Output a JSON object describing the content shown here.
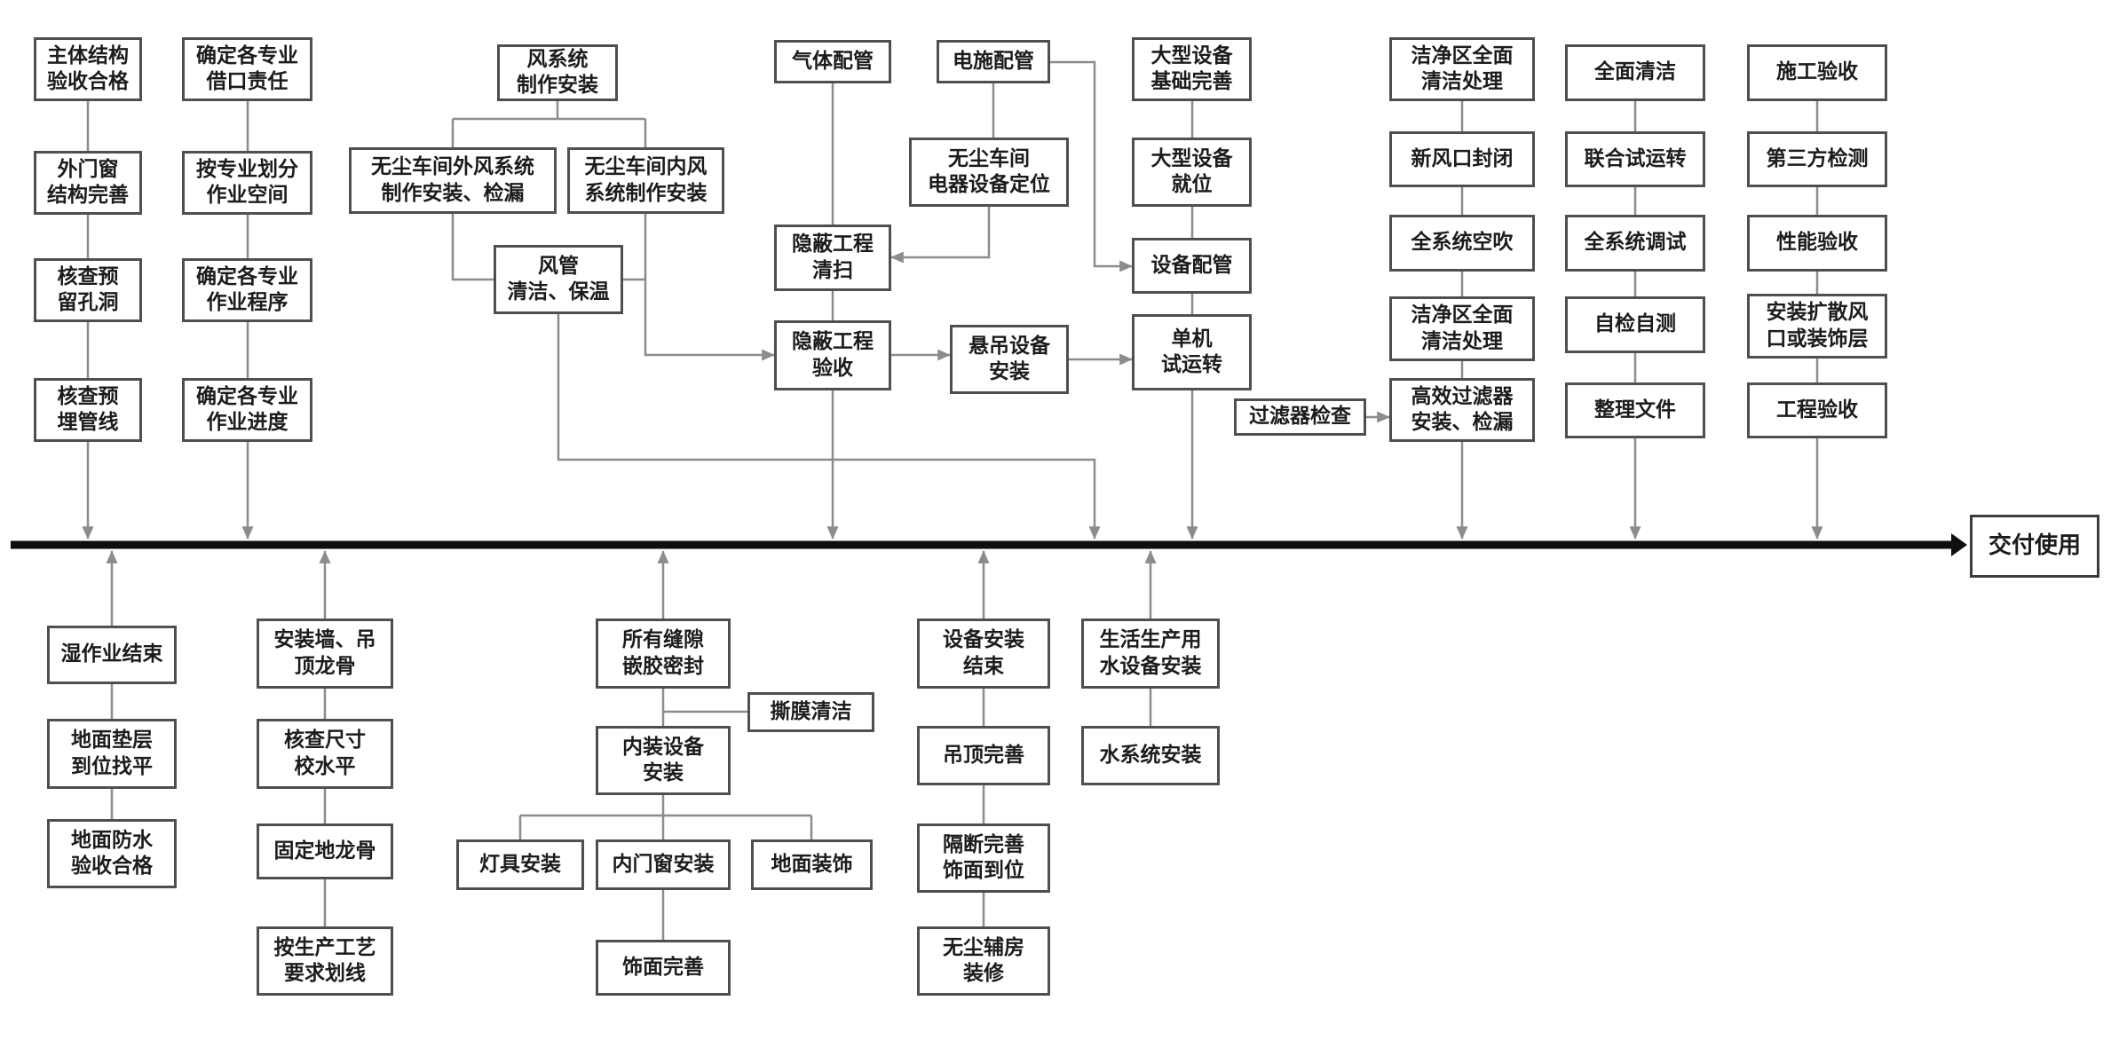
{
  "nodes": {
    "a1": "主体结构\n验收合格",
    "a2": "外门窗\n结构完善",
    "a3": "核查预\n留孔洞",
    "a4": "核查预\n埋管线",
    "b1": "确定各专业\n借口责任",
    "b2": "按专业划分\n作业空间",
    "b3": "确定各专业\n作业程序",
    "b4": "确定各专业\n作业进度",
    "w1": "风系统\n制作安装",
    "w2": "无尘车间外风系统\n制作安装、检漏",
    "w3": "无尘车间内风\n系统制作安装",
    "w4": "风管\n清洁、保温",
    "g1": "气体配管",
    "e1": "电施配管",
    "e2": "无尘车间\n电器设备定位",
    "h1": "隐蔽工程\n清扫",
    "h2": "隐蔽工程\n验收",
    "s1": "悬吊设备\n安装",
    "d1": "大型设备\n基础完善",
    "d2": "大型设备\n就位",
    "d3": "设备配管",
    "d4": "单机\n试运转",
    "f1": "过滤器检查",
    "r1": "洁净区全面\n清洁处理",
    "r2": "新风口封闭",
    "r3": "全系统空吹",
    "r4": "洁净区全面\n清洁处理",
    "r5": "高效过滤器\n安装、检漏",
    "t1": "全面清洁",
    "t2": "联合试运转",
    "t3": "全系统调试",
    "t4": "自检自测",
    "t5": "整理文件",
    "u1": "施工验收",
    "u2": "第三方检测",
    "u3": "性能验收",
    "u4": "安装扩散风\n口或装饰层",
    "u5": "工程验收",
    "p1": "湿作业结束",
    "p2": "地面垫层\n到位找平",
    "p3": "地面防水\n验收合格",
    "q1": "安装墙、吊\n顶龙骨",
    "q2": "核查尺寸\n校水平",
    "q3": "固定地龙骨",
    "q4": "按生产工艺\n要求划线",
    "m1": "所有缝隙\n嵌胶密封",
    "m2": "撕膜清洁",
    "m3": "内装设备\n安装",
    "m4": "灯具安装",
    "m5": "内门窗安装",
    "m6": "地面装饰",
    "m7": "饰面完善",
    "n1": "设备安装\n结束",
    "n2": "吊顶完善",
    "n3": "隔断完善\n饰面到位",
    "n4": "无尘辅房\n装修",
    "o1": "生活生产用\n水设备安装",
    "o2": "水系统安装",
    "delivery": "交付使用"
  },
  "colors": {
    "connector": "#8c8c8c",
    "timeline": "#0f0f0f",
    "box_border": "#4f4f4f"
  }
}
